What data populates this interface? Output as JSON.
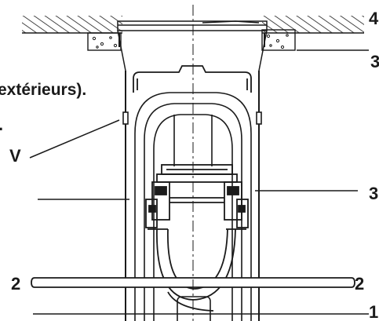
{
  "diagram": {
    "text_fragment": "extérieurs).",
    "dot_fragment": ".",
    "callouts": {
      "top_right": "4",
      "right_upper": "3",
      "right_middle": "3",
      "left_v": "V",
      "pipe_left": "2",
      "pipe_right": "2",
      "bottom_right": "1"
    }
  },
  "colors": {
    "ink": "#1a1a1a",
    "paper": "#ffffff"
  }
}
